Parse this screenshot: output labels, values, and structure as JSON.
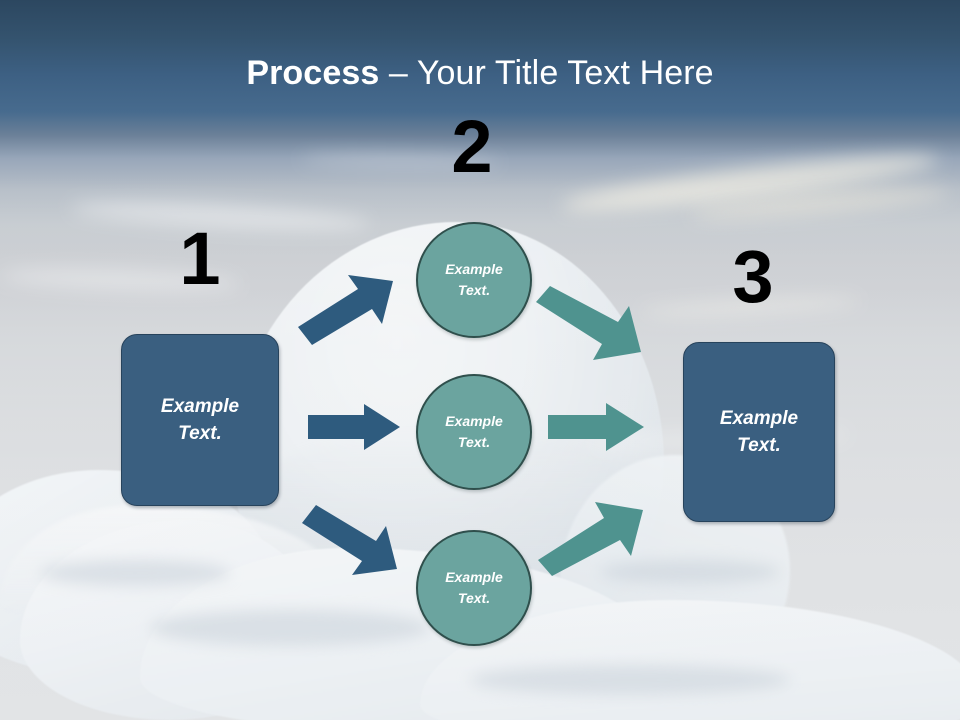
{
  "slide": {
    "title_strong": "Process",
    "title_rest": " – Your Title Text Here",
    "title_full": "Process – Your Title Text Here"
  },
  "steps": [
    {
      "number": "1",
      "label": "Example\nText."
    },
    {
      "number": "2",
      "label": ""
    },
    {
      "number": "3",
      "label": "Example\nText."
    }
  ],
  "branches": [
    {
      "label": "Example\nText."
    },
    {
      "label": "Example\nText."
    },
    {
      "label": "Example\nText."
    }
  ],
  "connectors": {
    "in_top": "arrow-up-right-blue",
    "in_middle": "arrow-right-blue",
    "in_bottom": "arrow-down-right-blue",
    "out_top": "arrow-down-right-teal",
    "out_middle": "arrow-right-teal",
    "out_bottom": "arrow-up-right-teal"
  },
  "colors": {
    "title_text": "#ffffff",
    "header_dark": "#2c4760",
    "header_mid": "#476b8e",
    "box_fill": "#3a5f80",
    "box_border": "#27435c",
    "circle_fill": "#6ba49f",
    "circle_border": "#2f4f4c",
    "arrow_blue": "#2e5b7e",
    "arrow_teal": "#4f938f",
    "number_text": "#000000"
  }
}
